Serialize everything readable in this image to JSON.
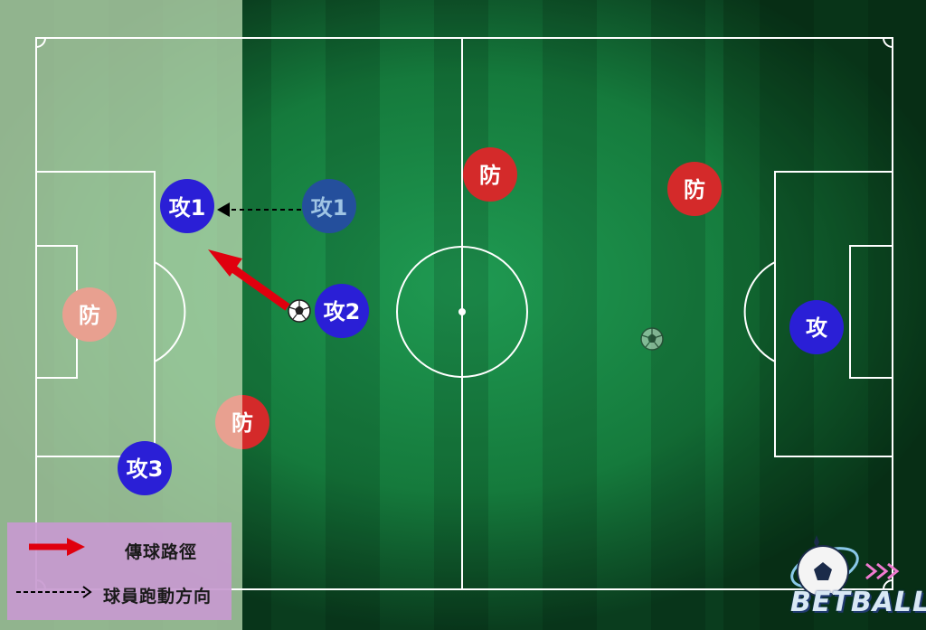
{
  "colors": {
    "attack": "#2a1fd6",
    "attack_ghost": "#244f9c",
    "defend": "#d42a2a",
    "defend_faded": "#e8a090",
    "pass_arrow": "#e0000e",
    "line": "#ffffff",
    "legend_bg": "#c89ad0",
    "overlay": "#b8d8b0"
  },
  "players": {
    "att1": "攻1",
    "att1_ghost": "攻1",
    "att2": "攻2",
    "att3": "攻3",
    "att_right": "攻",
    "def_top_mid": "防",
    "def_top_right": "防",
    "def_left": "防",
    "def_lower": "防"
  },
  "legend": {
    "pass_label": "傳球路徑",
    "run_label": "球員跑動方向"
  },
  "logo": {
    "text": "BETBALL"
  }
}
